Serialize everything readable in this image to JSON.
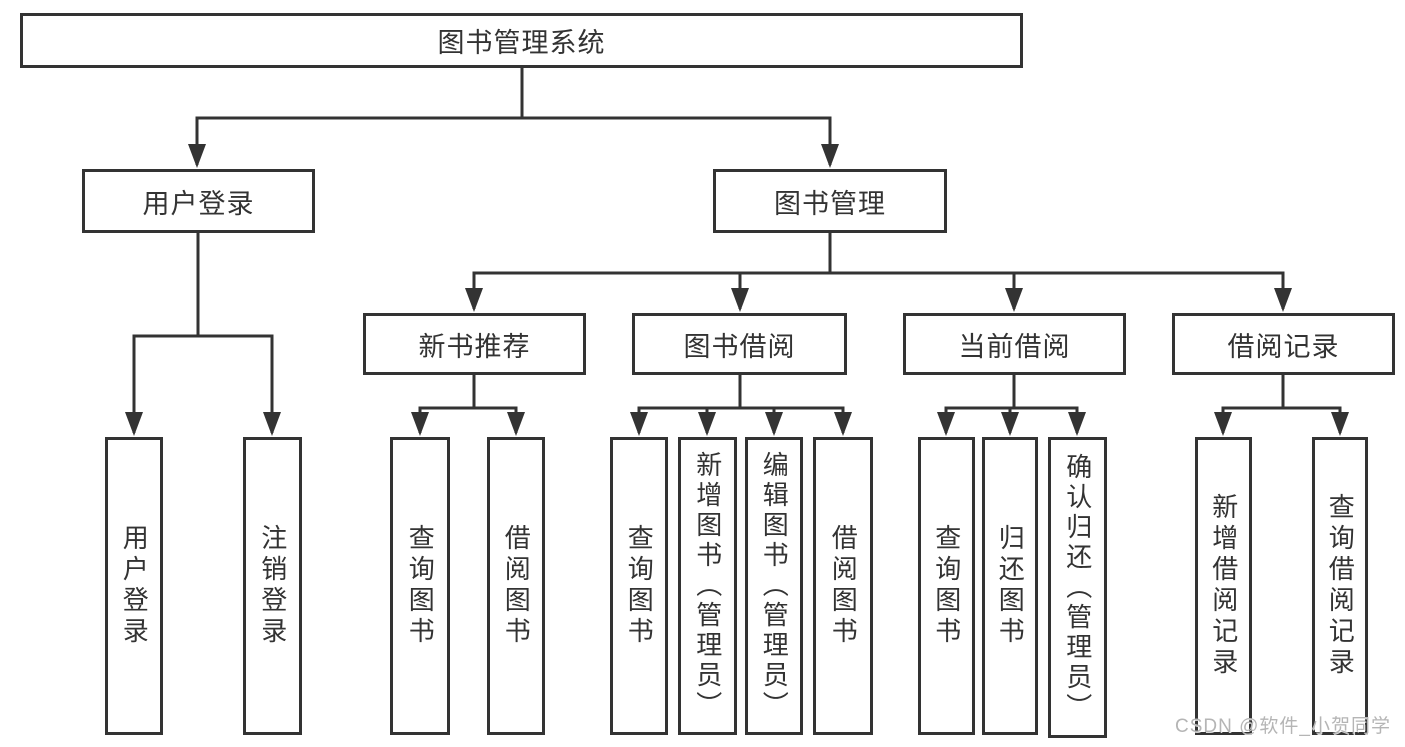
{
  "diagram": {
    "root": {
      "label": "图书管理系统",
      "children": [
        {
          "label": "用户登录",
          "children": [
            {
              "label": "用户登录"
            },
            {
              "label": "注销登录"
            }
          ]
        },
        {
          "label": "图书管理",
          "children": [
            {
              "label": "新书推荐",
              "children": [
                {
                  "label": "查询图书"
                },
                {
                  "label": "借阅图书"
                }
              ]
            },
            {
              "label": "图书借阅",
              "children": [
                {
                  "label": "查询图书"
                },
                {
                  "label": "新增图书（管理员）"
                },
                {
                  "label": "编辑图书（管理员）"
                },
                {
                  "label": "借阅图书"
                }
              ]
            },
            {
              "label": "当前借阅",
              "children": [
                {
                  "label": "查询图书"
                },
                {
                  "label": "归还图书"
                },
                {
                  "label": "确认归还（管理员）"
                }
              ]
            },
            {
              "label": "借阅记录",
              "children": [
                {
                  "label": "新增借阅记录"
                },
                {
                  "label": "查询借阅记录"
                }
              ]
            }
          ]
        }
      ]
    }
  },
  "watermark": {
    "text": "CSDN @软件_小贺同学"
  },
  "colors": {
    "line": "#333333",
    "border": "#333333",
    "text": "#333333",
    "background": "#ffffff",
    "watermark": "#b5b5b5"
  }
}
